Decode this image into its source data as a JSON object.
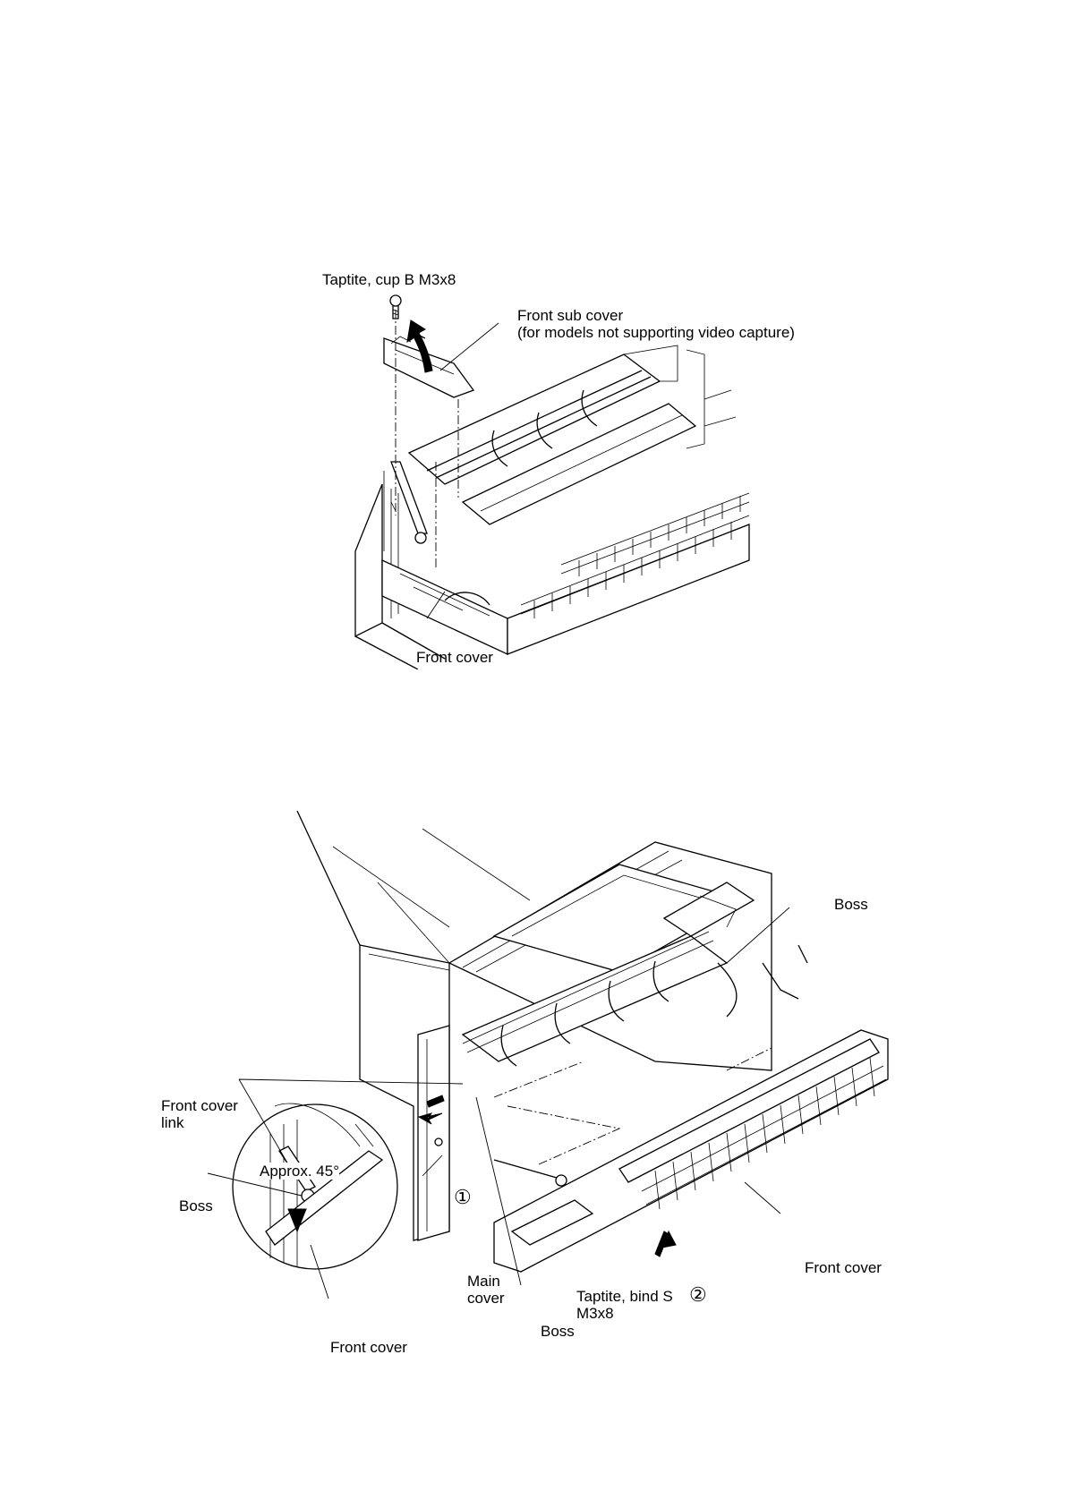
{
  "figure1": {
    "labels": {
      "screw": "Taptite, cup B M3x8",
      "sub_cover_line1": "Front sub cover",
      "sub_cover_line2": "(for models not supporting video capture)",
      "front_cover": "Front cover"
    }
  },
  "figure2": {
    "labels": {
      "boss_top": "Boss",
      "front_cover_link": "Front cover link",
      "approx_angle": "Approx. 45°",
      "boss_left": "Boss",
      "front_cover_inset": "Front cover",
      "main_cover": "Main cover",
      "boss_bottom": "Boss",
      "screw": "Taptite, bind S M3x8",
      "front_cover": "Front cover",
      "step1": "①",
      "step2": "②"
    }
  }
}
